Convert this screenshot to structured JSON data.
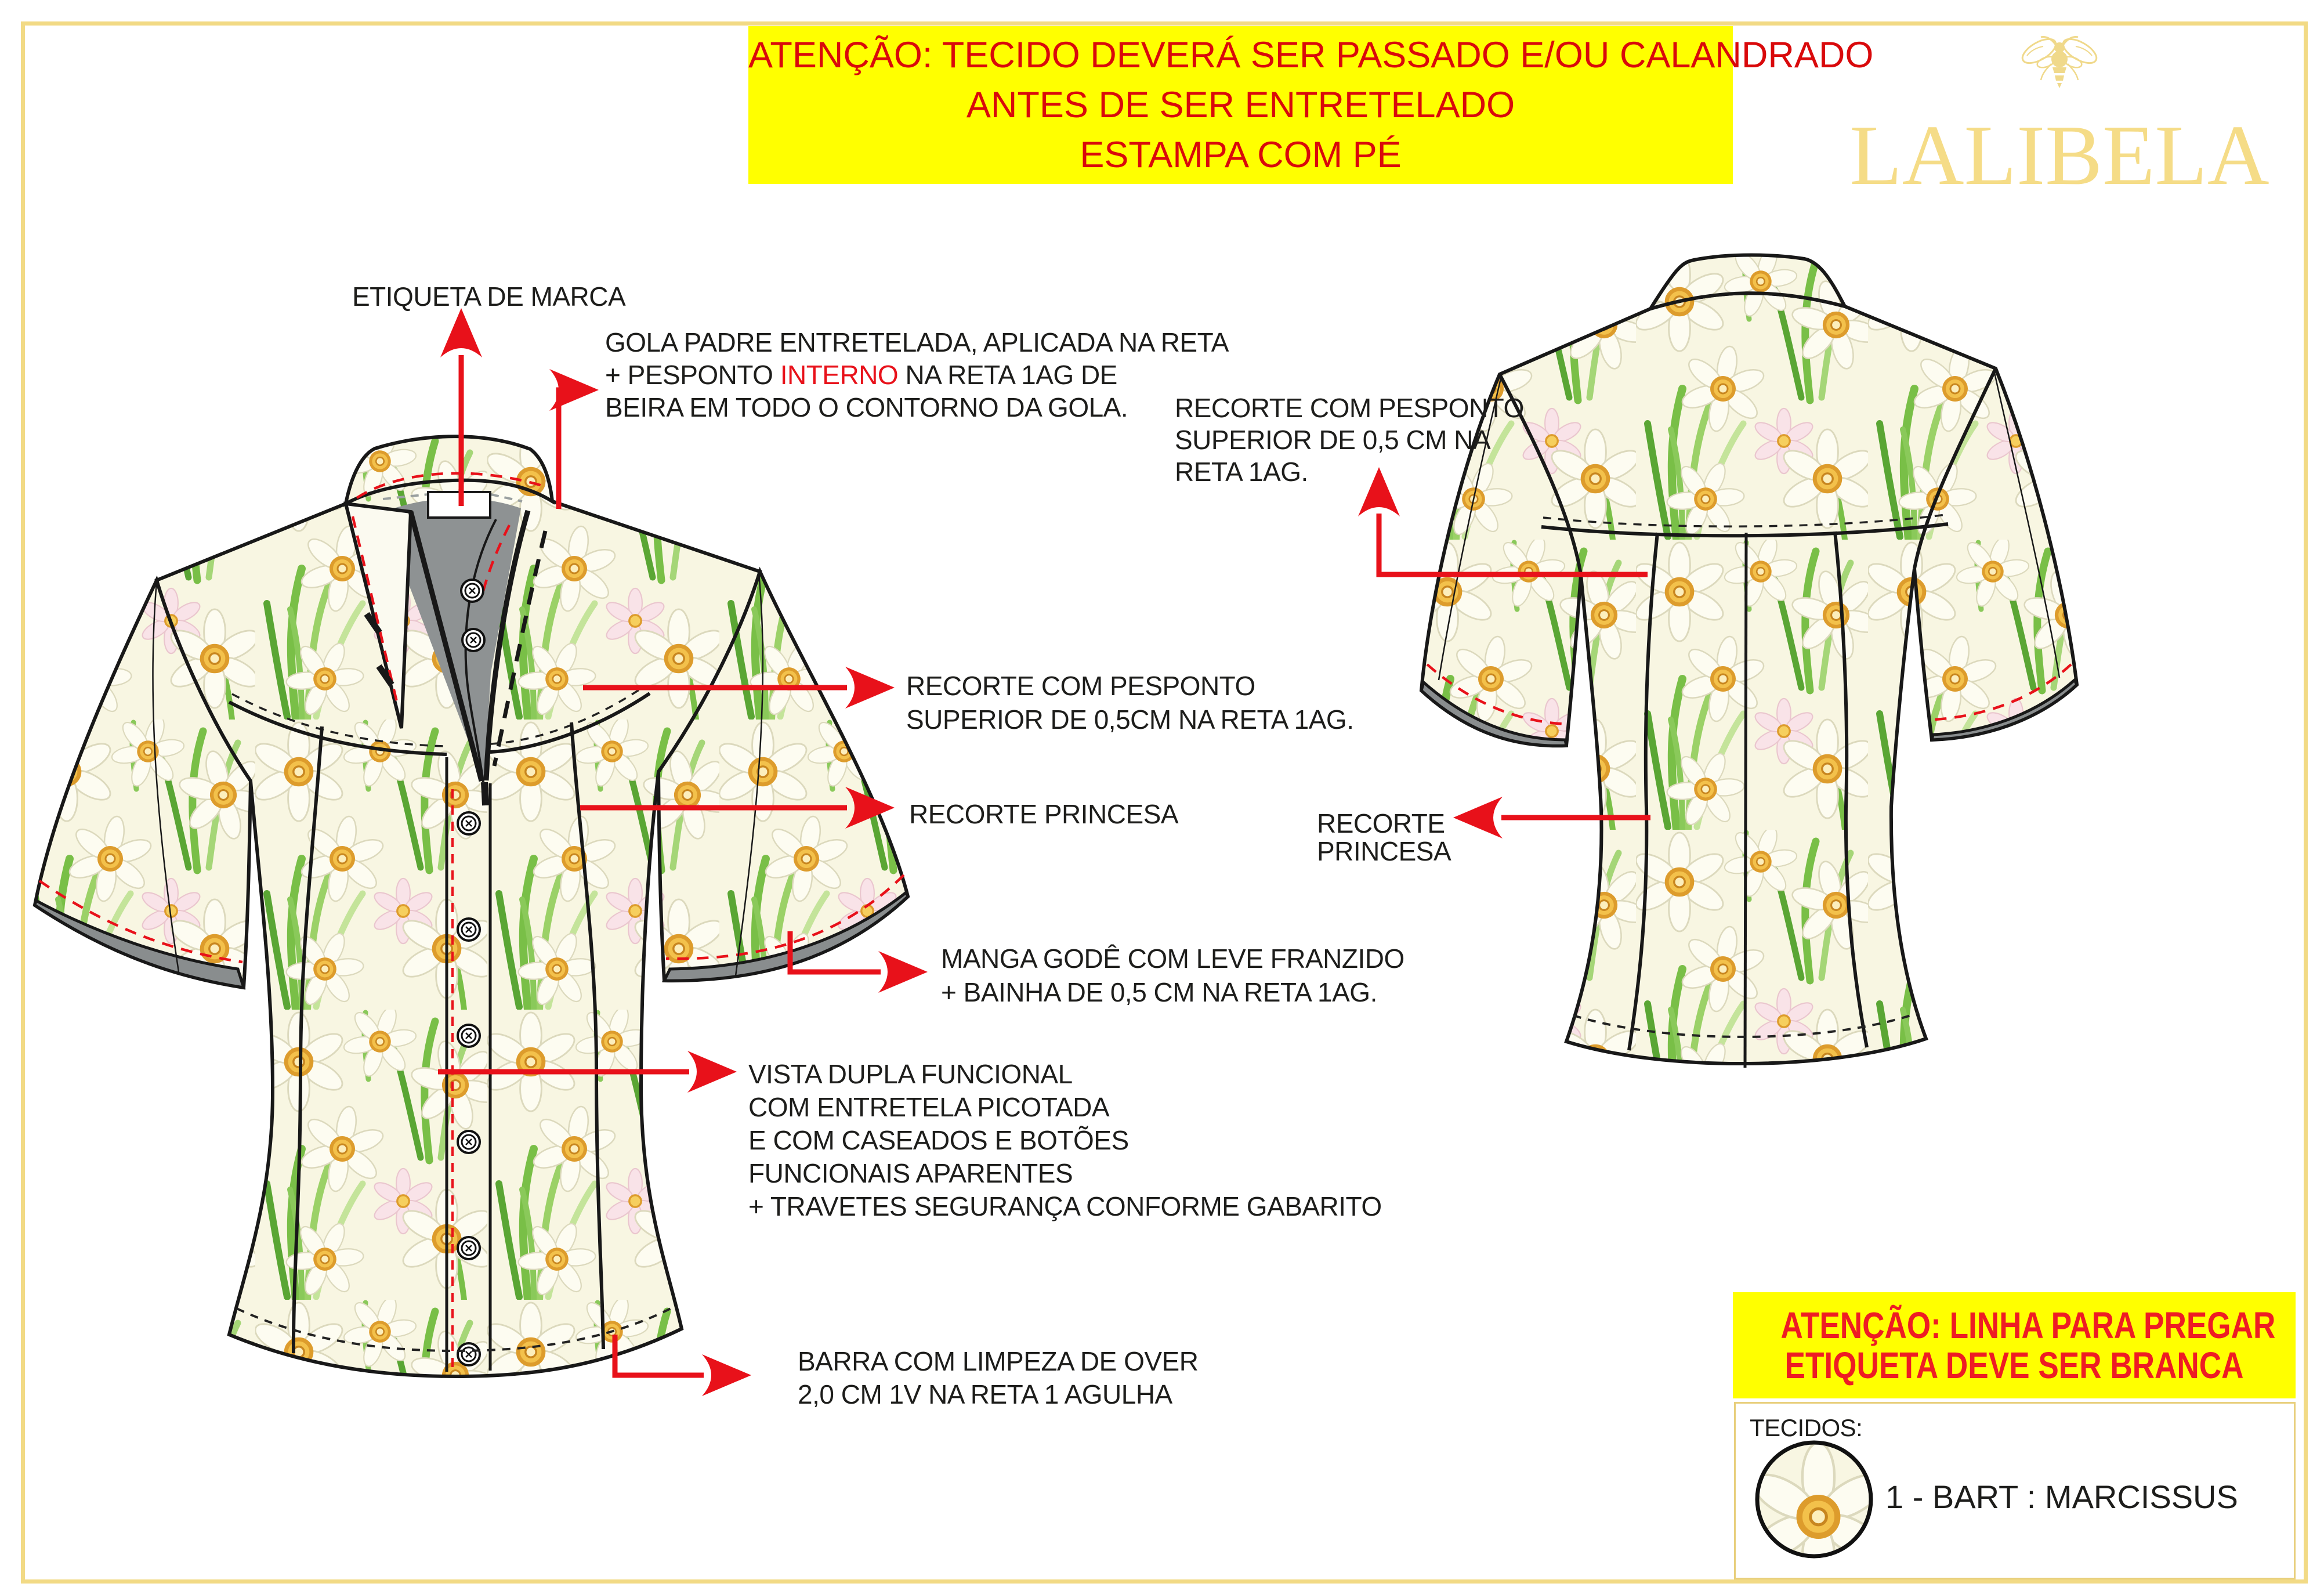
{
  "page": {
    "border_color": "#f2da85",
    "background": "#ffffff"
  },
  "banner": {
    "bg": "#ffff00",
    "text_color": "#d9090b",
    "line1": "ATENÇÃO: TECIDO DEVERÁ SER PASSADO E/OU CALANDRADO",
    "line2": "ANTES DE SER ENTRETELADO",
    "line3": "ESTAMPA COM PÉ"
  },
  "brand": {
    "name": "LALIBELA",
    "color": "#f5dc87",
    "icon": "bee-icon"
  },
  "annotations": {
    "etiqueta": "ETIQUETA DE MARCA",
    "gola": {
      "l1": "GOLA PADRE   ENTRETELADA,  APLICADA NA RETA",
      "l2a": "+ PESPONTO ",
      "l2b": "INTERNO",
      "l2c": " NA RETA 1AG DE",
      "l3": "BEIRA EM TODO O CONTORNO DA GOLA."
    },
    "recorte_pesponto_costas": {
      "l1": "RECORTE COM PESPONTO",
      "l2": "SUPERIOR DE 0,5 CM NA",
      "l3": "RETA 1AG."
    },
    "recorte_pesponto_frente": {
      "l1": "RECORTE COM PESPONTO",
      "l2": "SUPERIOR DE 0,5CM NA RETA 1AG."
    },
    "recorte_princesa_frente": "RECORTE PRINCESA",
    "manga": {
      "l1": "MANGA GODÊ COM LEVE FRANZIDO",
      "l2": "+    BAINHA DE 0,5 CM NA RETA 1AG."
    },
    "vista": {
      "l1": "VISTA DUPLA FUNCIONAL",
      "l2": "COM ENTRETELA PICOTADA",
      "l3": "E COM CASEADOS E BOTÕES",
      "l4": "FUNCIONAIS APARENTES",
      "l5": "+    TRAVETES SEGURANÇA CONFORME GABARITO"
    },
    "barra": {
      "l1": "BARRA COM LIMPEZA DE OVER",
      "l2": "2,0 CM 1V NA RETA 1 AGULHA"
    },
    "recorte_princesa_costas": {
      "l1": "RECORTE",
      "l2": "PRINCESA"
    }
  },
  "footer_alert": {
    "bg": "#ffff00",
    "text_color": "#ee1c24",
    "line1": "ATENÇÃO: LINHA PARA PREGAR",
    "line2": "ETIQUETA DEVE SER BRANCA"
  },
  "tecidos": {
    "label": "TECIDOS:",
    "item": "1 - BART : MARCISSUS"
  },
  "colors": {
    "arrow_red": "#e8111a",
    "fabric_cream": "#f8f6e2",
    "leaf_green": "#79bf47",
    "flower_yellow": "#f3c14b",
    "interior_gray": "#8e9293"
  }
}
